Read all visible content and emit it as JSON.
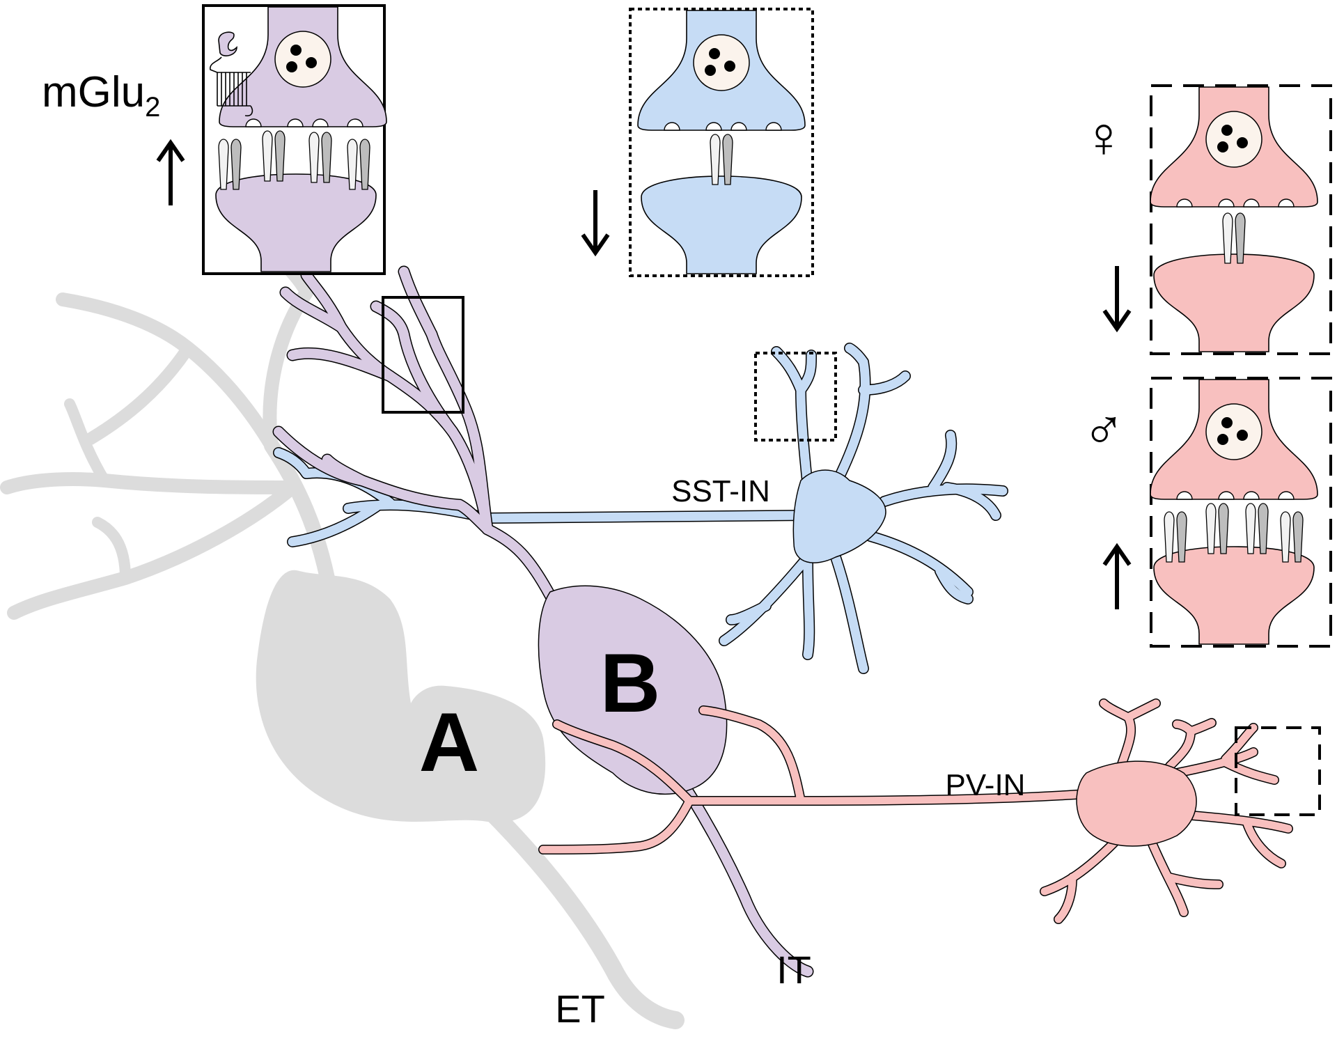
{
  "labels": {
    "neuron_a": "A",
    "neuron_b": "B",
    "sst_in": "SST-IN",
    "pv_in": "PV-IN",
    "it": "IT",
    "et": "ET",
    "mglu_main": "mGlu",
    "mglu_sub": "2",
    "female_symbol": "♀",
    "male_symbol": "♂",
    "arrow_up": "↑",
    "arrow_down": "↓"
  },
  "colors": {
    "gray_neuron": "#dcdcdc",
    "purple_neuron": "#d9cbe3",
    "blue_neuron": "#c6dcf5",
    "pink_neuron": "#f8c0bf",
    "vesicle_fill": "#fbf3ec",
    "receptor_light": "#f2f2f2",
    "receptor_dark": "#bdbdbd"
  },
  "panels": [
    {
      "id": "purple-synapse",
      "border": "solid",
      "arrow": "up",
      "receptors": 4,
      "mglu": true
    },
    {
      "id": "blue-synapse",
      "border": "dotted",
      "arrow": "down",
      "receptors": 1,
      "mglu": false
    },
    {
      "id": "pink-synapse-female",
      "border": "dashed",
      "arrow": "down",
      "receptors": 1,
      "mglu": false
    },
    {
      "id": "pink-synapse-male",
      "border": "dashed",
      "arrow": "up",
      "receptors": 4,
      "mglu": false
    }
  ]
}
